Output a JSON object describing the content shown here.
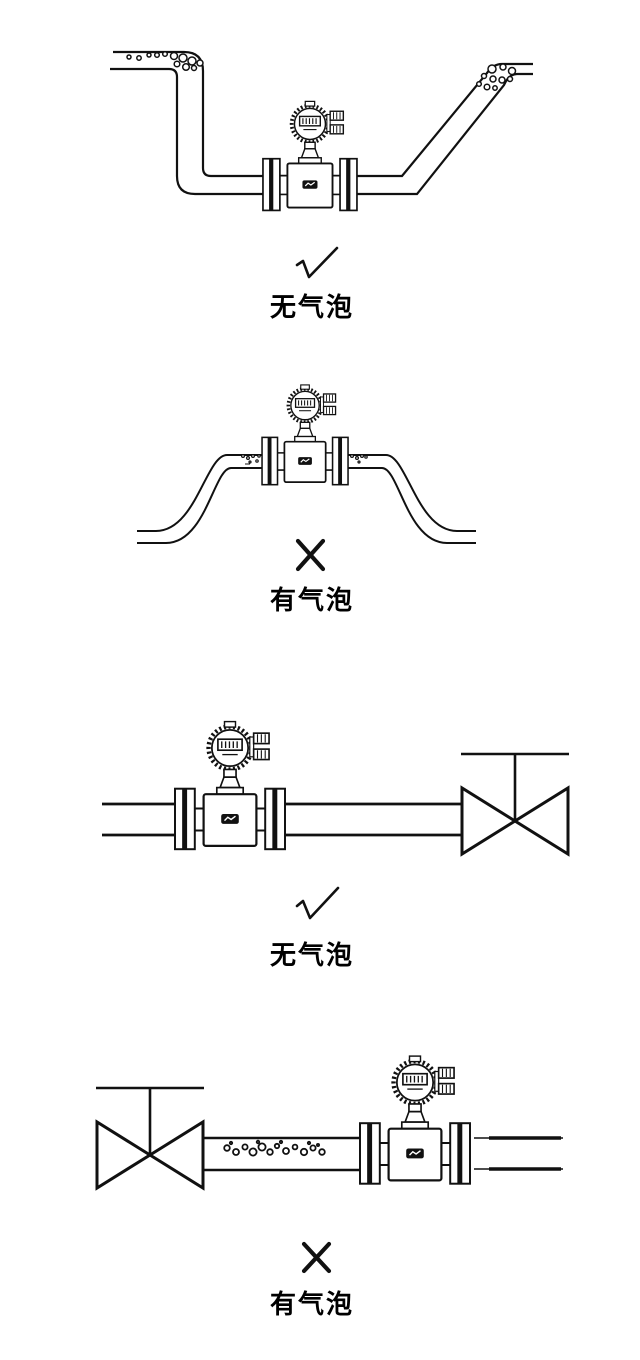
{
  "page": {
    "background_color": "#ffffff",
    "line_color": "#111111",
    "kind": "flowmeter-installation-guide"
  },
  "icons": {
    "flowmeter": "electromagnetic-flowmeter-with-transmitter-head",
    "valve": "gate-valve-bowtie-symbol",
    "bubbles": "air-bubbles",
    "check": "correct-check-mark",
    "cross": "incorrect-cross-mark"
  },
  "sections": [
    {
      "id": "dip-pipe-meter-at-low-point",
      "mark": "check",
      "label": "无气泡"
    },
    {
      "id": "arch-pipe-meter-at-high-point",
      "mark": "cross",
      "label": "有气泡"
    },
    {
      "id": "meter-upstream-of-valve",
      "mark": "check",
      "label": "无气泡"
    },
    {
      "id": "meter-downstream-of-valve",
      "mark": "cross",
      "label": "有气泡"
    }
  ]
}
